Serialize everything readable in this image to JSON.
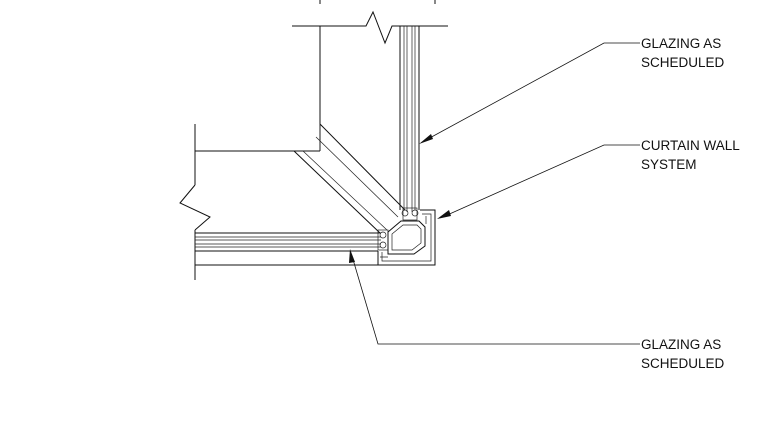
{
  "callouts": [
    {
      "id": "glazing-top",
      "lines": [
        "GLAZING AS",
        "SCHEDULED"
      ]
    },
    {
      "id": "curtain-wall",
      "lines": [
        "CURTAIN WALL",
        "SYSTEM"
      ]
    },
    {
      "id": "glazing-bottom",
      "lines": [
        "GLAZING AS",
        "SCHEDULED"
      ]
    }
  ],
  "colors": {
    "ink": "#111111",
    "paper": "#ffffff"
  }
}
